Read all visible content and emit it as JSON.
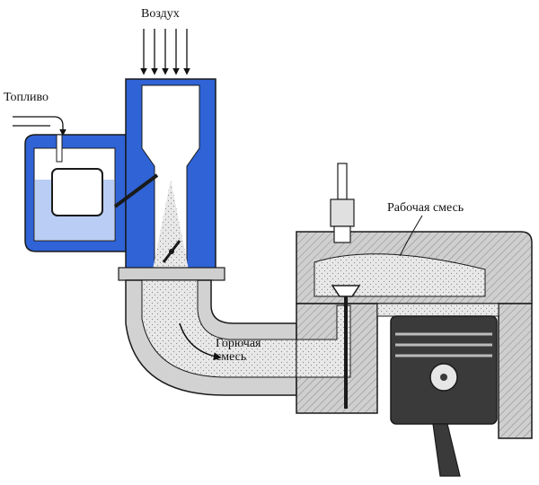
{
  "labels": {
    "air": "Воздух",
    "fuel": "Топливо",
    "working_mixture": "Рабочая смесь",
    "combustible_mixture_line1": "Горючая",
    "combustible_mixture_line2": "смесь"
  },
  "colors": {
    "carburetor_body": "#2f63d6",
    "engine_body": "#d2d2d2",
    "mixture_fill": "#e6e6e6",
    "outline": "#1a1a1a",
    "piston": "#3a3a3a"
  }
}
